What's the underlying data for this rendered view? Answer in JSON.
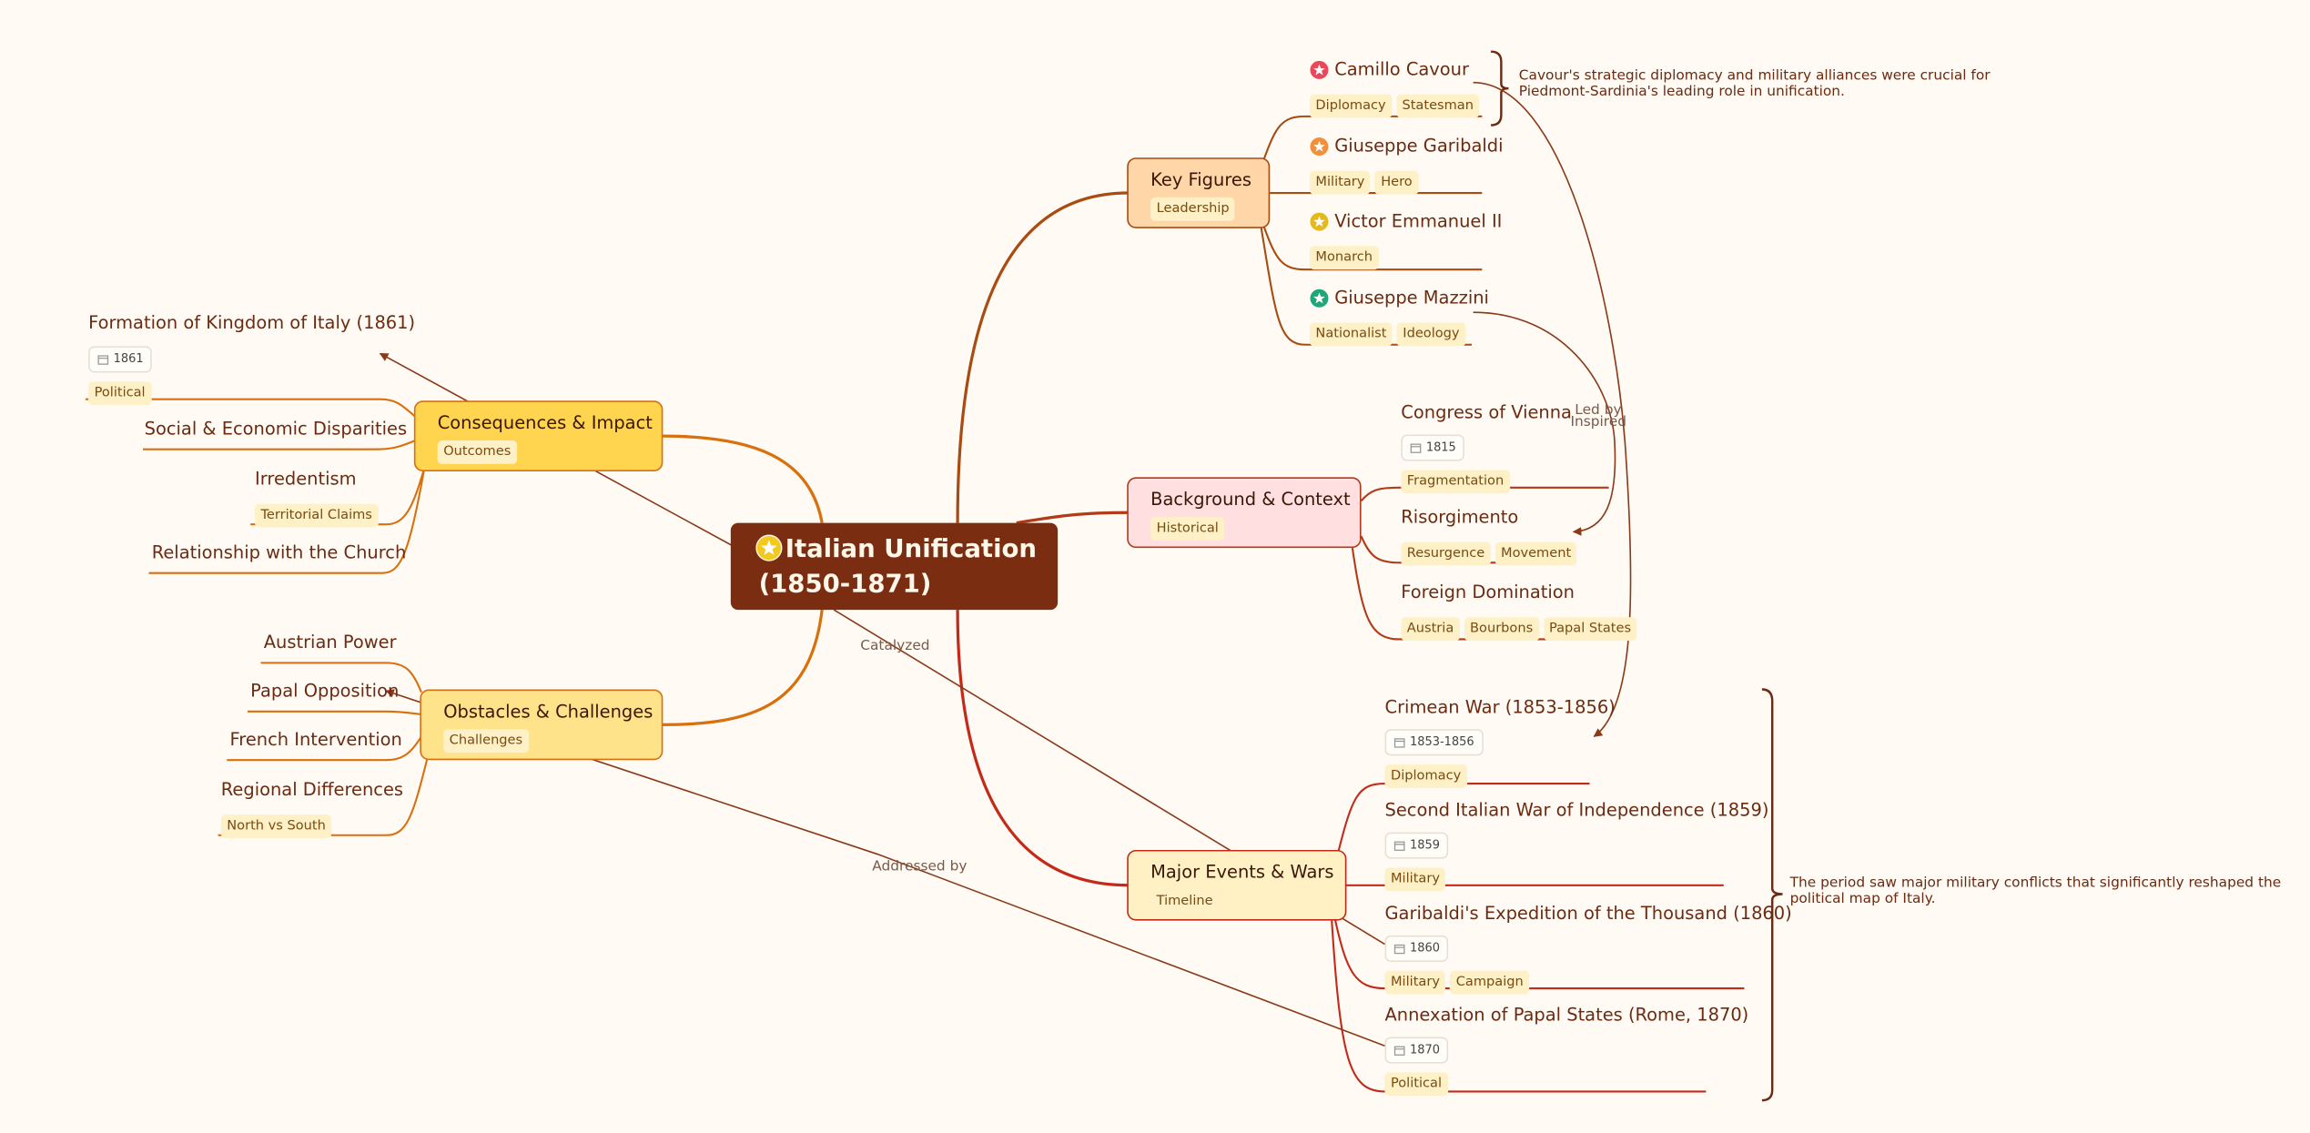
{
  "root": {
    "title": "Italian Unification (1850-1871)",
    "icon": "star-icon"
  },
  "branches": {
    "key_figures": {
      "label": "Key Figures",
      "tag": "Leadership",
      "fill": "#ffd6a8",
      "stroke": "#a84c12"
    },
    "background": {
      "label": "Background & Context",
      "tag": "Historical",
      "fill": "#ffdfe0",
      "stroke": "#b23a18"
    },
    "events": {
      "label": "Major Events & Wars",
      "tag": "Timeline",
      "fill": "#fff1c4",
      "stroke": "#c42a1a"
    },
    "consequences": {
      "label": "Consequences & Impact",
      "tag": "Outcomes",
      "fill": "#ffd44f",
      "stroke": "#d9700e"
    },
    "obstacles": {
      "label": "Obstacles & Challenges",
      "tag": "Challenges",
      "fill": "#ffe38a",
      "stroke": "#d9700e"
    }
  },
  "figures": [
    {
      "name": "Camillo Cavour",
      "icon": "star-icon",
      "icon_color": "#e8485a",
      "tags": [
        "Diplomacy",
        "Statesman"
      ]
    },
    {
      "name": "Giuseppe Garibaldi",
      "icon": "star-icon",
      "icon_color": "#f08f3c",
      "tags": [
        "Military",
        "Hero"
      ]
    },
    {
      "name": "Victor Emmanuel II",
      "icon": "star-icon",
      "icon_color": "#e5b81c",
      "tags": [
        "Monarch"
      ]
    },
    {
      "name": "Giuseppe Mazzini",
      "icon": "star-icon",
      "icon_color": "#1ea77a",
      "tags": [
        "Nationalist",
        "Ideology"
      ]
    }
  ],
  "background_items": [
    {
      "title": "Congress of Vienna (1815)",
      "date": "1815",
      "tags": [
        "Fragmentation"
      ]
    },
    {
      "title": "Risorgimento",
      "tags": [
        "Resurgence",
        "Movement"
      ]
    },
    {
      "title": "Foreign Domination",
      "tags": [
        "Austria",
        "Bourbons",
        "Papal States"
      ]
    }
  ],
  "events": [
    {
      "title": "Crimean War (1853-1856)",
      "date": "1853-1856",
      "tags": [
        "Diplomacy"
      ]
    },
    {
      "title": "Second Italian War of Independence (1859)",
      "date": "1859",
      "tags": [
        "Military"
      ]
    },
    {
      "title": "Garibaldi's Expedition of the Thousand (1860)",
      "date": "1860",
      "tags": [
        "Military",
        "Campaign"
      ]
    },
    {
      "title": "Annexation of Papal States (Rome, 1870)",
      "date": "1870",
      "tags": [
        "Political"
      ]
    }
  ],
  "consequences": [
    {
      "title": "Formation of Kingdom of Italy (1861)",
      "date": "1861",
      "tags": [
        "Political"
      ]
    },
    {
      "title": "Social & Economic Disparities",
      "tags": []
    },
    {
      "title": "Irredentism",
      "tags": [
        "Territorial Claims"
      ]
    },
    {
      "title": "Relationship with the Church",
      "tags": []
    }
  ],
  "obstacles": [
    {
      "title": "Austrian Power",
      "tags": []
    },
    {
      "title": "Papal Opposition",
      "tags": []
    },
    {
      "title": "French Intervention",
      "tags": []
    },
    {
      "title": "Regional Differences",
      "tags": [
        "North vs South"
      ]
    }
  ],
  "annotations": {
    "cavour": "Cavour's strategic diplomacy and military alliances were crucial for Piedmont-Sardinia's leading role in unification.",
    "events": "The period saw major military conflicts that significantly reshaped the political map of Italy."
  },
  "relationship_labels": {
    "led_by": "Led by",
    "inspired": "Inspired",
    "catalyzed": "Catalyzed",
    "addressed_by": "Addressed by"
  },
  "icons": {
    "date": "calendar-icon",
    "star": "star-icon"
  }
}
